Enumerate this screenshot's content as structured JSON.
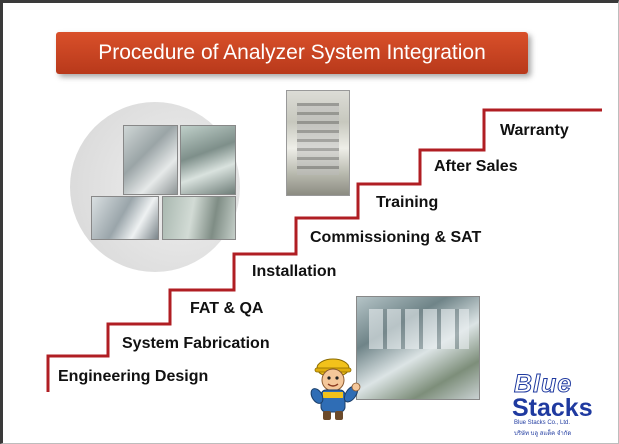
{
  "title": "Procedure of Analyzer System Integration",
  "steps": [
    "Engineering Design",
    "System Fabrication",
    "FAT & QA",
    "Installation",
    "Commissioning & SAT",
    "Training",
    "After Sales",
    "Warranty"
  ],
  "colors": {
    "banner": "#c94522",
    "stairs": "#b01e23",
    "logo": "#1f3aa0"
  },
  "logo": {
    "word1": "Blue",
    "word2": "Stacks",
    "line1": "Blue Stacks Co., Ltd.",
    "line2": "บริษัท บลู สแต็ค จำกัด"
  }
}
